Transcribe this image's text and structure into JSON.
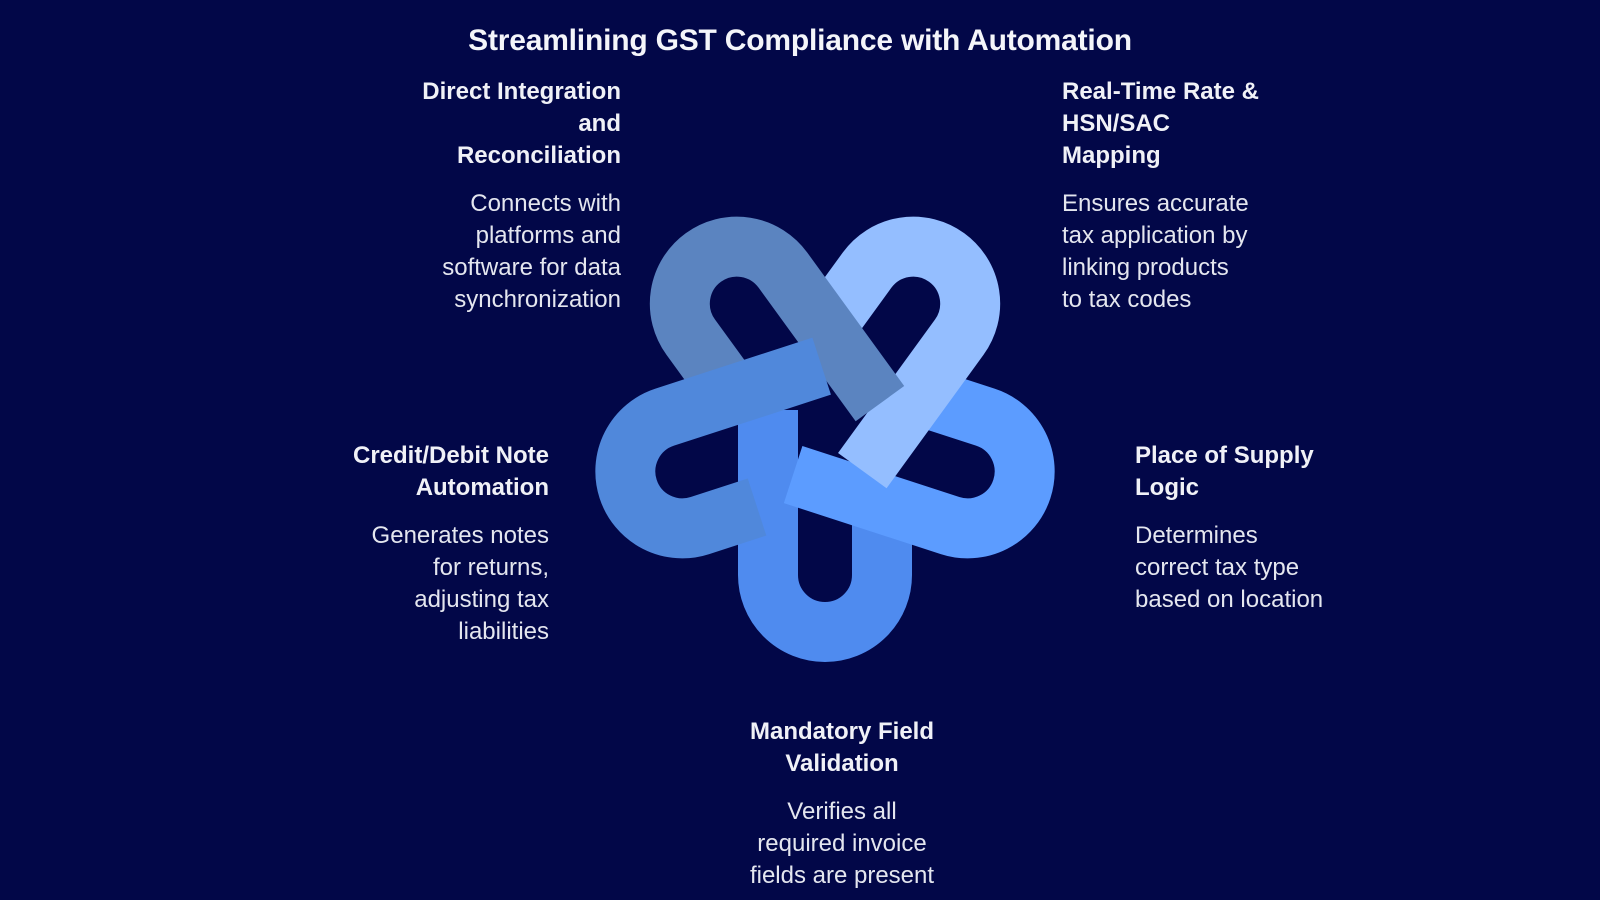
{
  "title": "Streamlining GST Compliance with Automation",
  "colors": {
    "background": "#020748",
    "link_top_left": "#5B84C0",
    "link_top_right": "#94BEFF",
    "link_left": "#5088DB",
    "link_right": "#5C9CFF",
    "link_bottom": "#4F8BEF"
  },
  "items": [
    {
      "position": "top-left",
      "heading": "Direct Integration and Reconciliation",
      "heading_lines": [
        "Direct Integration",
        "and",
        "Reconciliation"
      ],
      "description": "Connects with platforms and software for data synchronization",
      "description_lines": [
        "Connects with",
        "platforms and",
        "software for data",
        "synchronization"
      ]
    },
    {
      "position": "top-right",
      "heading": "Real-Time Rate & HSN/SAC Mapping",
      "heading_lines": [
        "Real-Time Rate &",
        "HSN/SAC",
        "Mapping"
      ],
      "description": "Ensures accurate tax application by linking products to tax codes",
      "description_lines": [
        "Ensures accurate",
        "tax application by",
        "linking products",
        "to tax codes"
      ]
    },
    {
      "position": "left",
      "heading": "Credit/Debit Note Automation",
      "heading_lines": [
        "Credit/Debit Note",
        "Automation"
      ],
      "description": "Generates notes for returns, adjusting tax liabilities",
      "description_lines": [
        "Generates notes",
        "for returns,",
        "adjusting tax",
        "liabilities"
      ]
    },
    {
      "position": "right",
      "heading": "Place of Supply Logic",
      "heading_lines": [
        "Place of Supply",
        "Logic"
      ],
      "description": "Determines correct tax type based on location",
      "description_lines": [
        "Determines",
        "correct tax type",
        "based on location"
      ]
    },
    {
      "position": "bottom",
      "heading": "Mandatory Field Validation",
      "heading_lines": [
        "Mandatory Field",
        "Validation"
      ],
      "description": "Verifies all required invoice fields are present",
      "description_lines": [
        "Verifies all",
        "required invoice",
        "fields are present"
      ]
    }
  ]
}
